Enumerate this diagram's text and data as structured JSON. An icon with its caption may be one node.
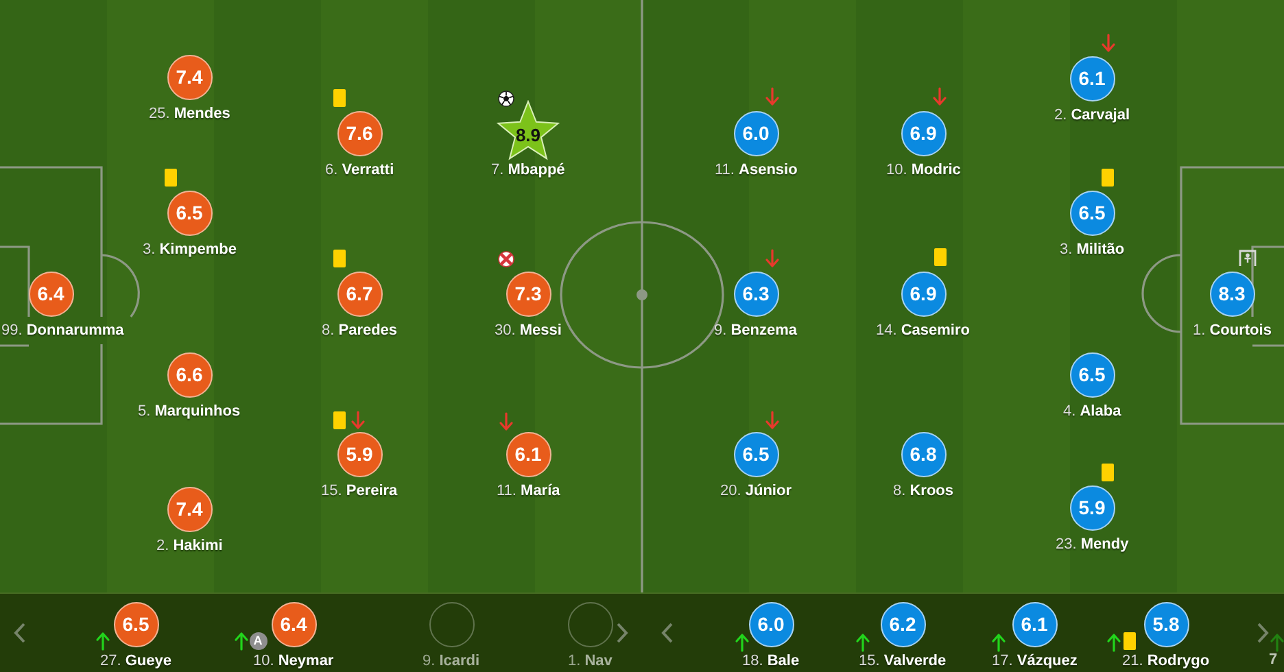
{
  "diagram": {
    "nodes": [
      {
        "text": [
          "6.4"
        ],
        "beside": [
          "99. **Donnarumma**"
        ]
      },
      {
        "text": [
          "7.4"
        ],
        "beside": [
          "25. **Mendes**"
        ]
      },
      {
        "text": [
          "6.5"
        ],
        "beside": [
          "3. **Kimpembe**"
        ]
      },
      {
        "text": [
          "6.6"
        ],
        "beside": [
          "5. **Marquinhos**"
        ]
      },
      {
        "text": [
          "7.4"
        ],
        "beside": [
          "2. **Hakimi**"
        ]
      },
      {
        "text": [
          "7.6"
        ],
        "beside": [
          "6. **Verratti**"
        ]
      },
      {
        "text": [
          "6.7"
        ],
        "beside": [
          "8. **Paredes**"
        ]
      },
      {
        "text": [
          "5.9"
        ],
        "beside": [
          "15. **Pereira**"
        ]
      },
      {
        "text": [
          "8.9"
        ],
        "beside": [
          "7. **Mbappé**"
        ]
      },
      {
        "text": [
          "7.3"
        ],
        "beside": [
          "30. **Messi**"
        ]
      },
      {
        "text": [
          "6.1"
        ],
        "beside": [
          "11. **María**"
        ]
      },
      {
        "text": [
          "6.0"
        ],
        "beside": [
          "11. **Asensio**"
        ]
      },
      {
        "text": [
          "6.3"
        ],
        "beside": [
          "9. **Benzema**"
        ]
      },
      {
        "text": [
          "6.5"
        ],
        "beside": [
          "20. **Júnior**"
        ]
      },
      {
        "text": [
          "6.9"
        ],
        "beside": [
          "10. **Modric**"
        ]
      },
      {
        "text": [
          "6.9"
        ],
        "beside": [
          "14. **Casemiro**"
        ]
      },
      {
        "text": [
          "6.8"
        ],
        "beside": [
          "8. **Kroos**"
        ]
      },
      {
        "text": [
          "6.1"
        ],
        "beside": [
          "2. **Carvajal**"
        ]
      },
      {
        "text": [
          "6.5"
        ],
        "beside": [
          "3. **Militão**"
        ]
      },
      {
        "text": [
          "6.5"
        ],
        "beside": [
          "4. **Alaba**"
        ]
      },
      {
        "text": [
          "5.9"
        ],
        "beside": [
          "23. **Mendy**"
        ]
      },
      {
        "text": [
          "8.3"
        ],
        "beside": [
          "1. **Courtois**"
        ]
      },
      {
        "text": [
          "6.5"
        ],
        "beside": [
          "27. **Gueye**"
        ]
      },
      {
        "text": [
          "6.4"
        ],
        "beside": [
          "10. **Neymar**"
        ]
      },
      {
        "text": [
          "A"
        ]
      },
      {
        "text": [],
        "shape": "circle",
        "beside": [
          "9. **Icardi**"
        ]
      },
      {
        "text": [],
        "shape": "circle",
        "beside": [
          "1. **Nav**"
        ]
      },
      {
        "text": [
          "6.0"
        ],
        "beside": [
          "18. **Bale**"
        ]
      },
      {
        "text": [
          "6.2"
        ],
        "beside": [
          "15. **Valverde**"
        ]
      },
      {
        "text": [
          "6.1"
        ],
        "beside": [
          "17. **Vázquez**"
        ]
      },
      {
        "text": [
          "5.8"
        ],
        "beside": [
          "21. **Rodrygo**"
        ]
      }
    ],
    "labels": [
      "7"
    ]
  }
}
